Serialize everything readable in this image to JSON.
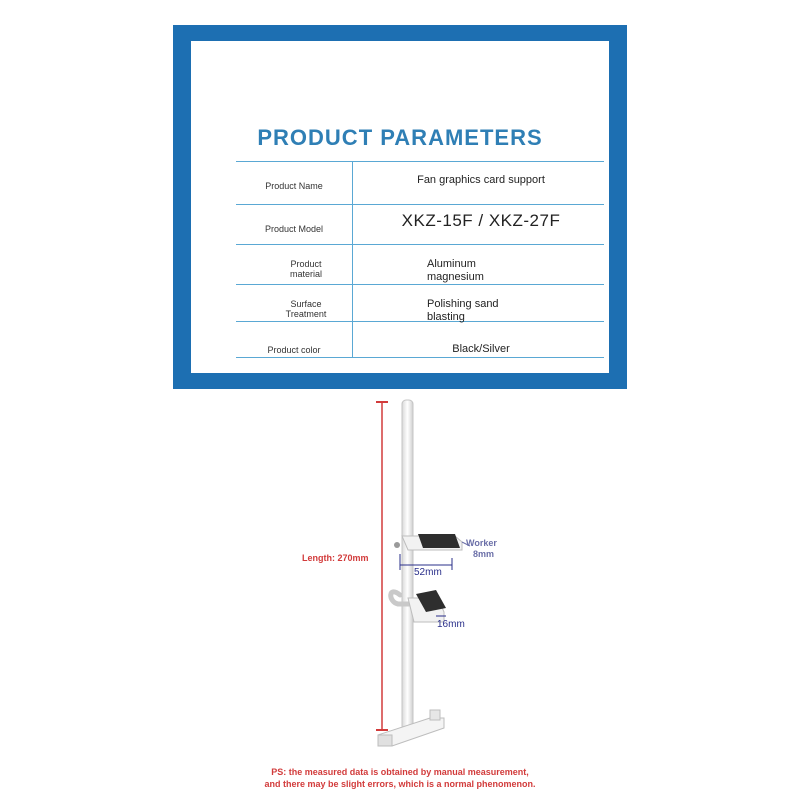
{
  "panel": {
    "title": "PRODUCT PARAMETERS",
    "rows": [
      {
        "label": "Product Name",
        "value": "Fan graphics card support"
      },
      {
        "label": "Product Model",
        "value": "XKZ-15F / XKZ-27F"
      },
      {
        "label": "Product material",
        "value": "Aluminum magnesium"
      },
      {
        "label": "Surface Treatment",
        "value": "Polishing sand blasting"
      },
      {
        "label": "Product color",
        "value": "Black/Silver"
      }
    ]
  },
  "diagram": {
    "length_label": "Length: 270mm",
    "worker_label": "Worker",
    "worker_value": "8mm",
    "width_label": "52mm",
    "depth_label": "16mm"
  },
  "note": {
    "line1": "PS: the measured data is obtained by manual measurement,",
    "line2": "and there may be slight errors, which is a normal phenomenon."
  },
  "colors": {
    "frame_blue": "#1d6fb2",
    "title_blue": "#2f7fb5",
    "measure_red": "#d23b3b",
    "dimension_navy": "#2a2f8a"
  }
}
